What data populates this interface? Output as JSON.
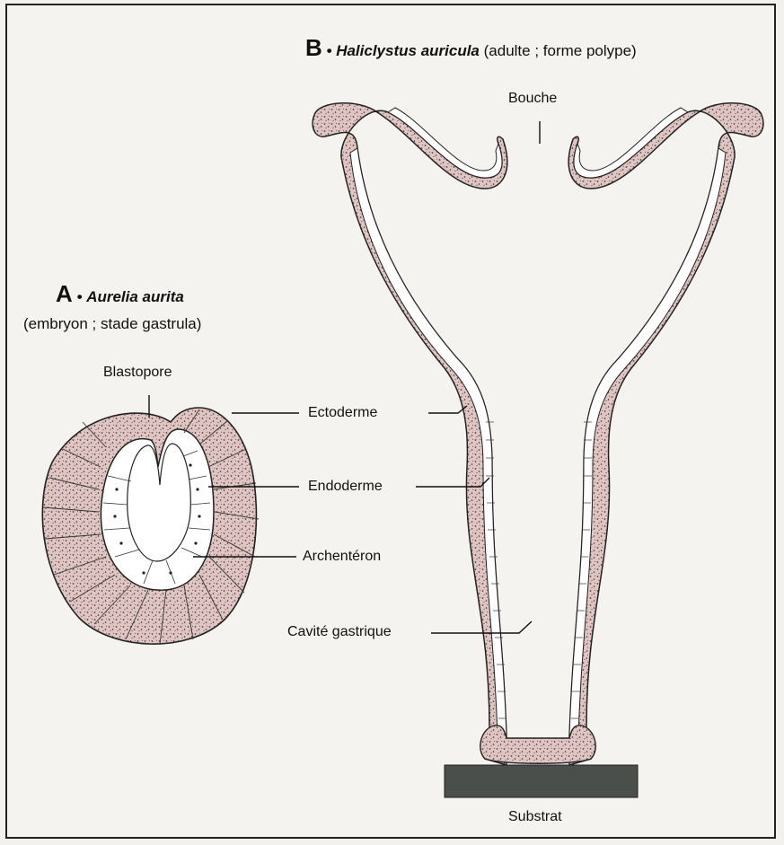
{
  "panel_a": {
    "letter": "A",
    "bullet": "•",
    "species": "Aurelia aurita",
    "stage": "(embryon ; stade gastrula)",
    "label_blastopore": "Blastopore"
  },
  "panel_b": {
    "letter": "B",
    "bullet": "•",
    "species": "Haliclystus auricula",
    "form": "(adulte ; forme polype)",
    "label_bouche": "Bouche",
    "label_cavite": "Cavité gastrique",
    "label_substrat": "Substrat"
  },
  "shared_labels": {
    "ectoderme": "Ectoderme",
    "endoderme": "Endoderme",
    "archenteron": "Archentéron"
  },
  "colors": {
    "ectoderm_fill": "#d9c2bf",
    "stipple": "#7a2c2c",
    "endoderm_fill": "#ffffff",
    "substrate": "#4a4f4c"
  }
}
